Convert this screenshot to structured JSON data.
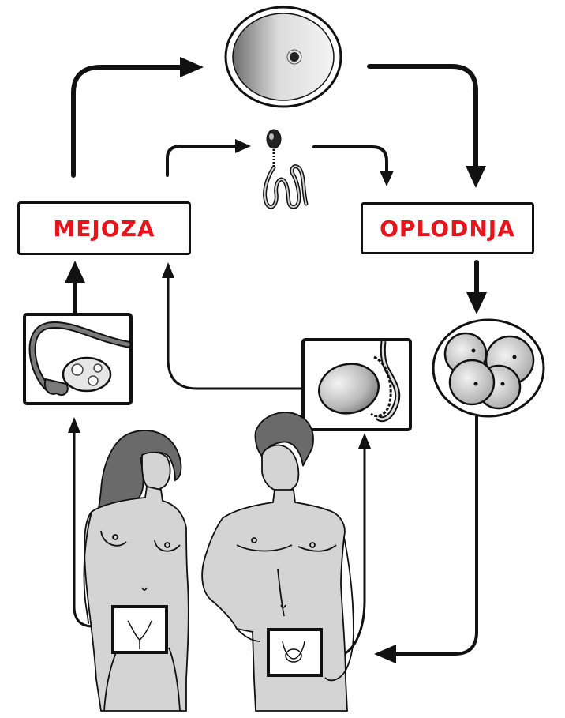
{
  "labels": {
    "meiosis": "MEJOZA",
    "fertilization": "OPLODNJA"
  },
  "colors": {
    "label_text": "#e8141b",
    "stroke": "#111111",
    "figure_fill": "#d4d4d4",
    "hair_fill": "#6a6a6a"
  },
  "icons": {
    "egg": "egg-cell-icon",
    "sperm": "sperm-cell-icon",
    "ovary": "ovary-icon",
    "testis": "testis-icon",
    "embryo": "four-cell-embryo-icon",
    "woman": "woman-figure",
    "man": "man-figure"
  }
}
